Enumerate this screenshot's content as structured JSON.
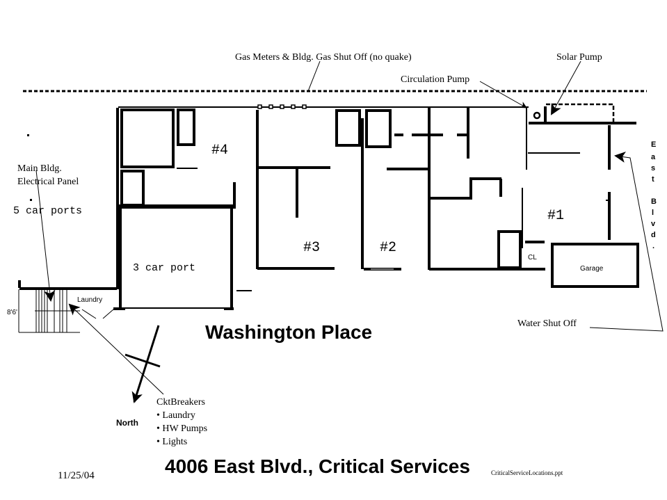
{
  "labels": {
    "gas_meters": "Gas Meters & Bldg. Gas Shut Off (no quake)",
    "solar_pump": "Solar Pump",
    "circulation_pump": "Circulation Pump",
    "main_panel_line1": "Main Bldg.",
    "main_panel_line2": "Electrical Panel",
    "five_car_ports": "5 car ports",
    "three_car_port": "3 car port",
    "unit4": "#4",
    "unit3": "#3",
    "unit2": "#2",
    "unit1": "#1",
    "closet": "CL",
    "garage": "Garage",
    "laundry": "Laundry",
    "dimension": "8'6'",
    "street_east": [
      "E",
      "a",
      "s",
      "t",
      "B",
      "l",
      "v",
      "d",
      "."
    ],
    "street_south": "Washington Place",
    "water_shut_off": "Water Shut Off",
    "north": "North",
    "ckt_title": "CktBreakers",
    "ckt_items": [
      "• Laundry",
      "• HW Pumps",
      "• Lights"
    ]
  },
  "footer": {
    "date": "11/25/04",
    "title": "4006 East Blvd., Critical Services",
    "filename": "CriticalServiceLocations.ppt"
  }
}
